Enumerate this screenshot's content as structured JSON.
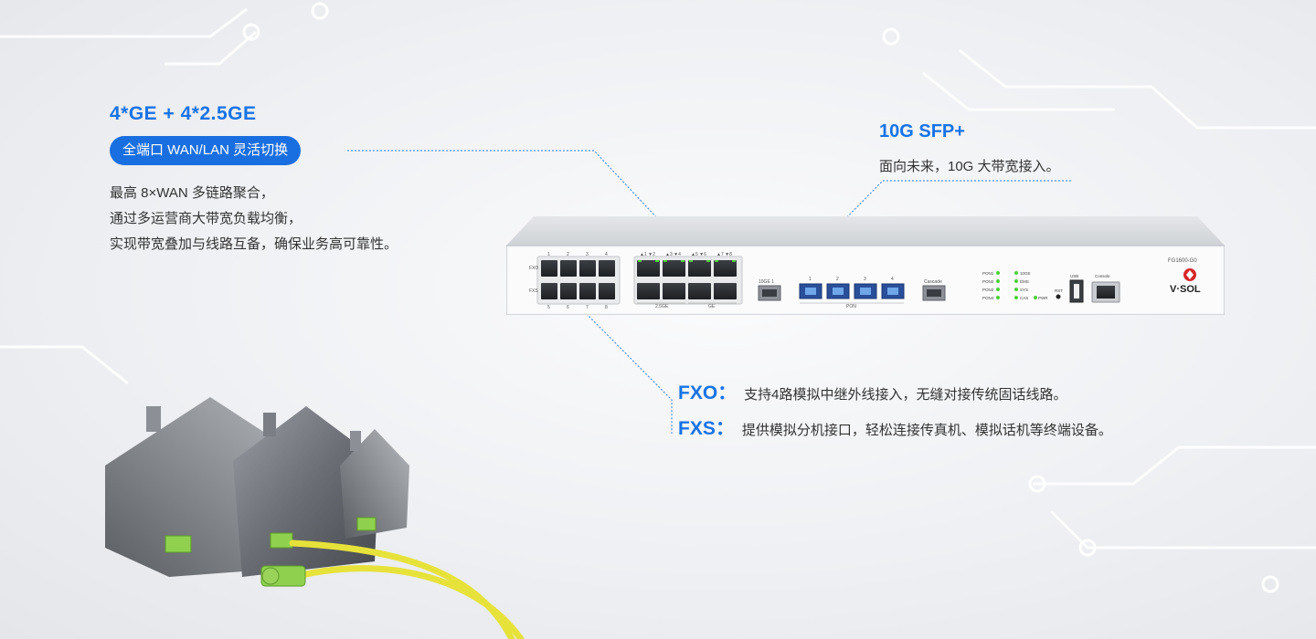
{
  "features": {
    "ge": {
      "title": "4*GE + 4*2.5GE",
      "pill": "全端口 WAN/LAN 灵活切换",
      "lines": [
        "最高 8×WAN 多链路聚合，",
        "通过多运营商大带宽负载均衡，",
        "实现带宽叠加与线路互备，确保业务高可靠性。"
      ]
    },
    "sfp": {
      "title": "10G SFP+",
      "desc": "面向未来，10G 大带宽接入。"
    },
    "fxo": {
      "label": "FXO：",
      "desc": "支持4路模拟中继外线接入，无缝对接传统固话线路。"
    },
    "fxs": {
      "label": "FXS：",
      "desc": "提供模拟分机接口，轻松连接传真机、模拟话机等终端设备。"
    }
  },
  "device": {
    "model": "FG1600-G0",
    "brand": "V·SOL",
    "fxo_label": "FXO",
    "fxs_label": "FXS",
    "phone_top_numbers": [
      "1",
      "2",
      "3",
      "4"
    ],
    "phone_bottom_numbers": [
      "5",
      "6",
      "7",
      "8"
    ],
    "eth_top_numbers": [
      "▲1 ▼2",
      "▲3 ▼4",
      "▲5 ▼6",
      "▲7 ▼8"
    ],
    "eth_2_5ge_label": "2.5GE",
    "eth_ge_label": "GE",
    "sfp_label": "10GE 1",
    "pon_numbers": [
      "1",
      "2",
      "3",
      "4"
    ],
    "pon_label": "PON",
    "cascade_label": "Cascade",
    "leds_left": [
      "PON1",
      "PON2",
      "PON3",
      "PON4"
    ],
    "leds_right": [
      "10GE",
      "EMS",
      "SYS",
      "CAS",
      "PWR"
    ],
    "rst_label": "RST",
    "usb_label": "USB",
    "console_label": "Console"
  },
  "colors": {
    "accent": "#1a6fe0",
    "fiber": "#e6e23a",
    "connector": "#8fd14f"
  }
}
